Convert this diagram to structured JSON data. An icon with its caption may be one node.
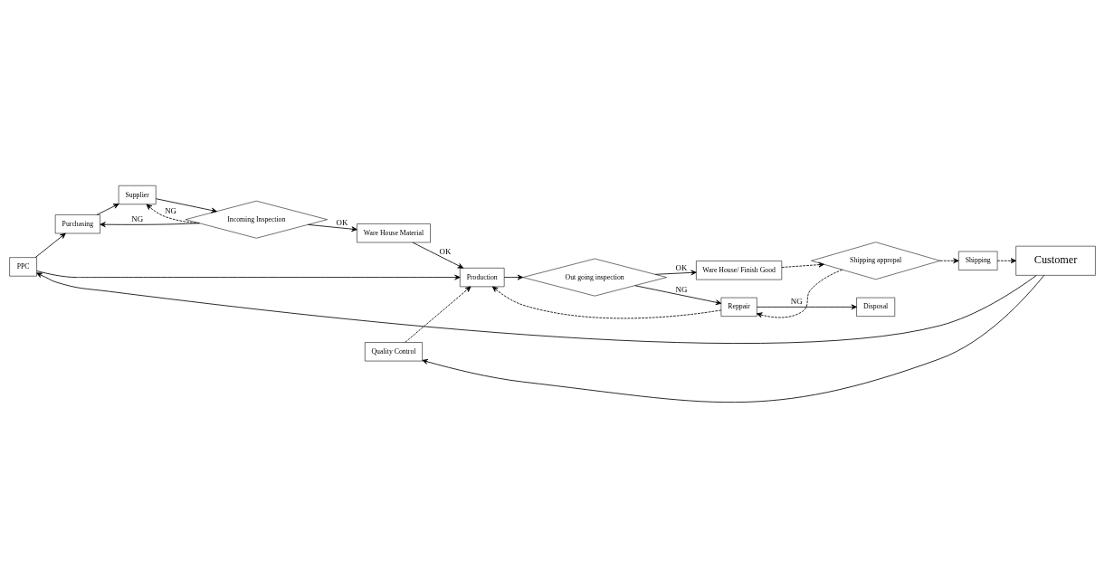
{
  "diagram": {
    "nodes": [
      {
        "text": [
          "PPC"
        ]
      },
      {
        "text": [
          "Purchasing"
        ]
      },
      {
        "text": [
          "Supplier"
        ]
      },
      {
        "text": [
          "Incoming Inspection"
        ]
      },
      {
        "text": [
          "Ware House Material"
        ]
      },
      {
        "text": [
          "Production"
        ]
      },
      {
        "text": [
          "Out going inspection"
        ]
      },
      {
        "text": [
          "Ware House/ Finish Good"
        ]
      },
      {
        "text": [
          "Quality Control"
        ]
      },
      {
        "text": [
          "Reppair"
        ]
      },
      {
        "text": [
          "Shipping appropal"
        ]
      },
      {
        "text": [
          "Disposal"
        ]
      },
      {
        "text": [
          "Shipping"
        ]
      },
      {
        "text": [
          "Customer"
        ]
      }
    ],
    "edges": [
      {
        "from": 0,
        "to": 1,
        "arrow": "to"
      },
      {
        "from": 0,
        "to": 5,
        "arrow": "to"
      },
      {
        "from": 1,
        "to": 2,
        "arrow": "to"
      },
      {
        "from": 2,
        "to": 3,
        "arrow": "to"
      },
      {
        "from": 3,
        "to": 2,
        "arrow": "to",
        "style": "dashed",
        "label": "NG"
      },
      {
        "from": 3,
        "to": 1,
        "arrow": "to",
        "label": "NG"
      },
      {
        "from": 3,
        "to": 4,
        "arrow": "to",
        "label": "OK"
      },
      {
        "from": 4,
        "to": 5,
        "arrow": "to",
        "label": "OK"
      },
      {
        "from": 5,
        "to": 6,
        "arrow": "to"
      },
      {
        "from": 6,
        "to": 7,
        "arrow": "to",
        "label": "OK"
      },
      {
        "from": 6,
        "to": 9,
        "arrow": "to",
        "label": "NG"
      },
      {
        "from": 7,
        "to": 10,
        "arrow": "to",
        "style": "dashed"
      },
      {
        "from": 10,
        "to": 9,
        "arrow": "to",
        "style": "dashed"
      },
      {
        "from": 9,
        "to": 5,
        "arrow": "to",
        "style": "dashed"
      },
      {
        "from": 9,
        "to": 11,
        "arrow": "to",
        "label": "NG"
      },
      {
        "from": 10,
        "to": 12,
        "arrow": "to",
        "style": "dashed"
      },
      {
        "from": 12,
        "to": 13,
        "arrow": "to",
        "style": "dashed"
      },
      {
        "from": 13,
        "to": 0,
        "arrow": "to"
      },
      {
        "from": 13,
        "to": 8,
        "arrow": "to"
      },
      {
        "from": 8,
        "to": 5,
        "arrow": "to",
        "style": "dashed"
      }
    ]
  }
}
